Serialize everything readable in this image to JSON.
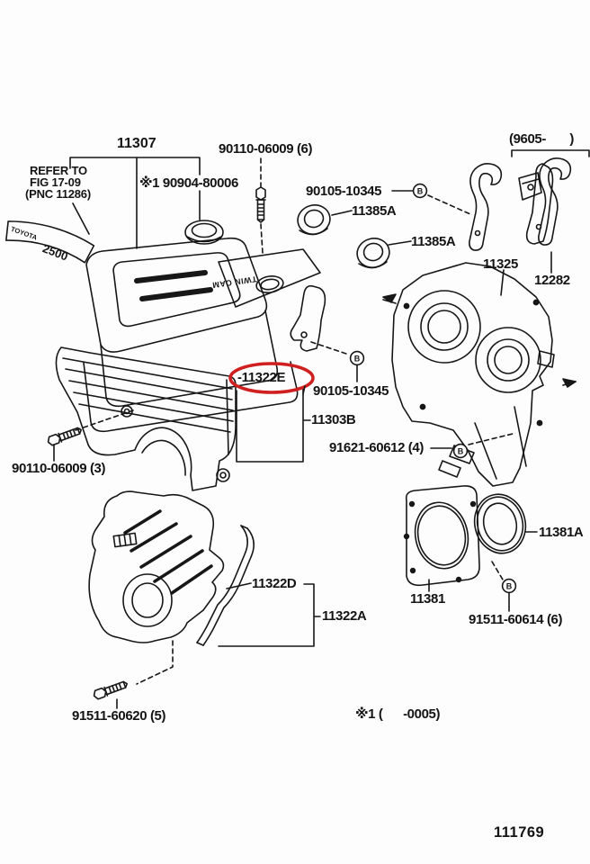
{
  "figure": {
    "highlight_color": "#cf1f1f",
    "line_color": "#171717",
    "figure_code": "111769"
  },
  "labels": {
    "part_11307": "11307",
    "refer_note_1": "REFER TO",
    "refer_note_2": "FIG 17-09",
    "refer_note_3": "(PNC 11286)",
    "grommet_90904": "※1 90904-80006",
    "bolt_90110_6": "90110-06009 (6)",
    "date_range": "(9605-       )",
    "nut_90105_top": "90105-10345",
    "seal_11385a_1": "11385A",
    "seal_11385a_2": "11385A",
    "cover_11325": "11325",
    "sensor_12282": "12282",
    "highlight_11322e": "-11322E",
    "nut_90105_mid": "90105-10345",
    "cover_11303b": "11303B",
    "bolt_91621": "91621-60612 (4)",
    "bolt_90110_3": "90110-06009 (3)",
    "gasket_11322d": "11322D",
    "cover_11322a": "11322A",
    "seal_11381a": "11381A",
    "retainer_11381": "11381",
    "bolt_91511_60614": "91511-60614 (6)",
    "bolt_91511_60620": "91511-60620 (5)",
    "note_0005": "※1 (      -0005)",
    "figure_code": "111769",
    "plate_brand": "TOYOTA",
    "plate_model": "2500",
    "cover_emboss": "TWIN CAM"
  },
  "symbols": {
    "nut": "B"
  }
}
